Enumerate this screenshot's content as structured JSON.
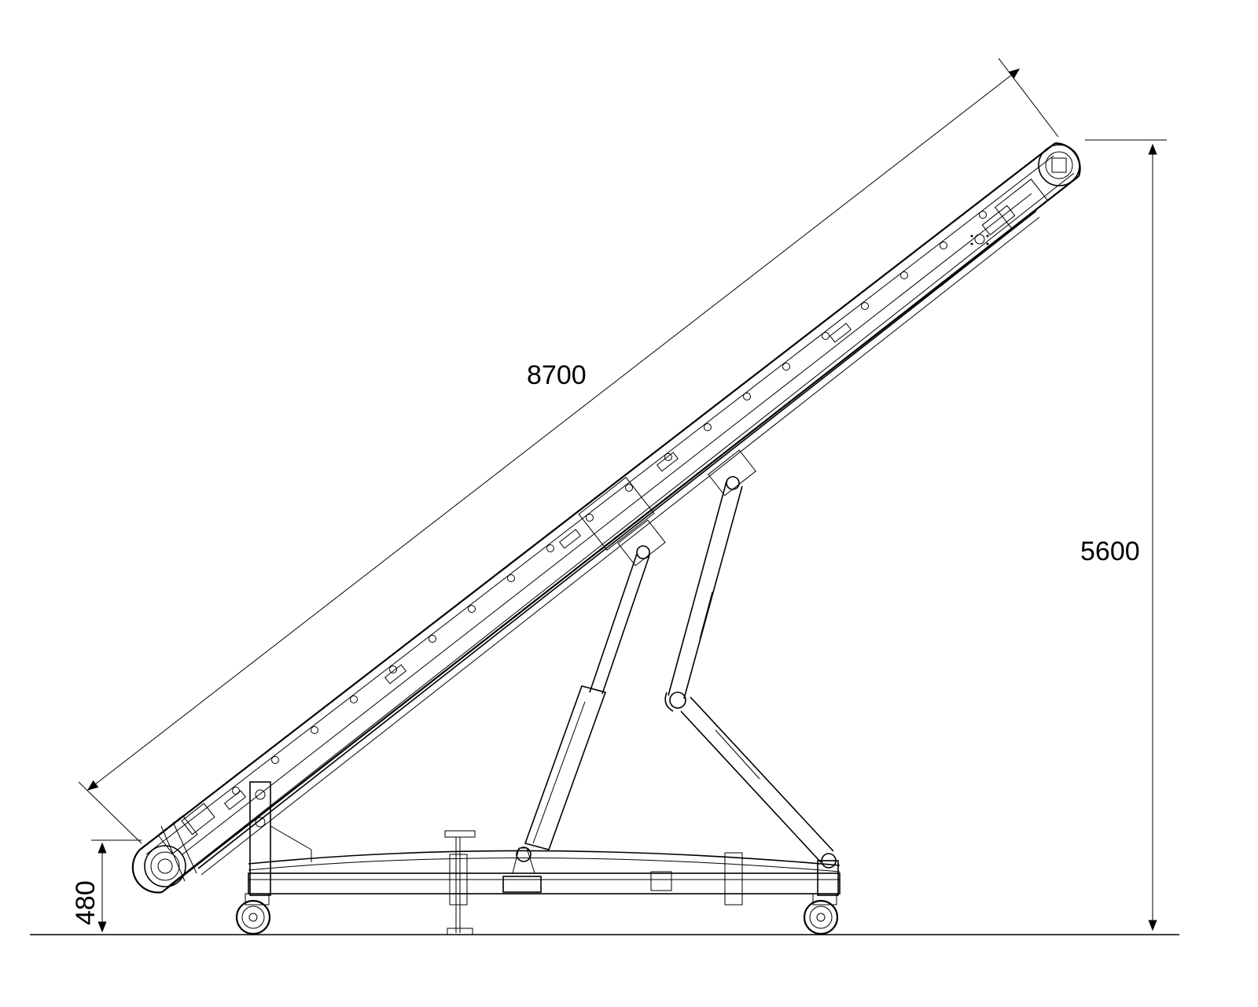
{
  "dimensions": {
    "belt_length": "8700",
    "discharge_height": "5600",
    "feed_height": "480"
  },
  "colors": {
    "line": "#000000",
    "background": "#ffffff"
  }
}
